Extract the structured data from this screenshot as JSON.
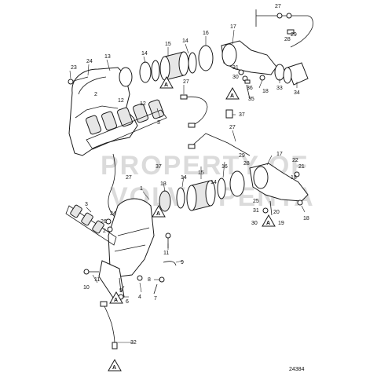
{
  "figure_number": "24384",
  "watermark_lines": [
    "PROPERTY OF",
    "VOLVO PENTA"
  ],
  "warning_symbol_letter": "A",
  "callouts": {
    "c1": "1",
    "c2": "2",
    "c3": "3",
    "c4": "4",
    "c5": "5",
    "c6": "6",
    "c7": "7",
    "c8": "8",
    "c9": "9",
    "c10": "10",
    "c11": "11",
    "c12": "12",
    "c13": "13",
    "c14": "14",
    "c15": "15",
    "c16": "16",
    "c17": "17",
    "c18": "18",
    "c19": "19",
    "c20": "20",
    "c21": "21",
    "c22": "22",
    "c23": "23",
    "c24": "24",
    "c25": "25",
    "c26": "26",
    "c27": "27",
    "c28": "28",
    "c29": "29",
    "c30": "30",
    "c31": "31",
    "c32": "32",
    "c33": "33",
    "c34": "34",
    "c35": "35",
    "c36": "36",
    "c37": "37"
  }
}
